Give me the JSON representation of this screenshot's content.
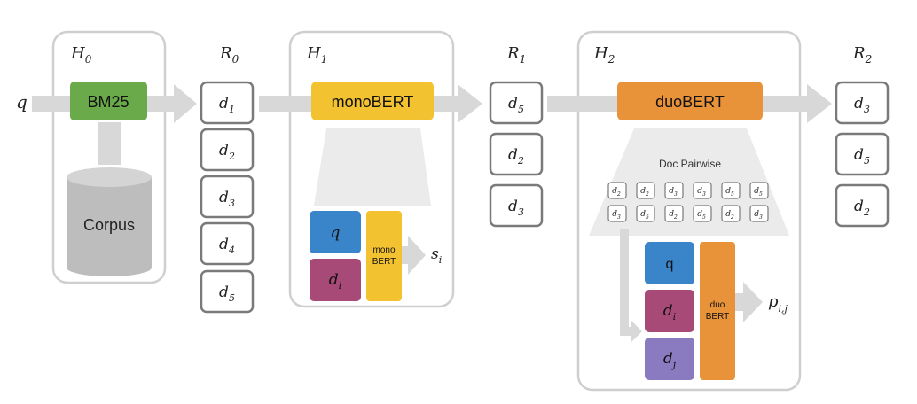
{
  "stages": {
    "h0": "H",
    "h0_sub": "0",
    "h1": "H",
    "h1_sub": "1",
    "h2": "H",
    "h2_sub": "2",
    "r0": "R",
    "r0_sub": "0",
    "r1": "R",
    "r1_sub": "1",
    "r2": "R",
    "r2_sub": "2"
  },
  "query": "q",
  "bm25": "BM25",
  "corpus": "Corpus",
  "monobert": "monoBERT",
  "duobert": "duoBERT",
  "mono_detail": {
    "q": "q",
    "d": "d",
    "d_sub": "i",
    "mono_line1": "mono",
    "mono_line2": "BERT",
    "score": "s",
    "score_sub": "i"
  },
  "duo_detail": {
    "pairwise_title": "Doc Pairwise",
    "pairs_top": [
      "2",
      "2",
      "3",
      "3",
      "5",
      "5"
    ],
    "pairs_bottom": [
      "3",
      "5",
      "2",
      "5",
      "2",
      "3"
    ],
    "q": "q",
    "di": "d",
    "di_sub": "i",
    "dj": "d",
    "dj_sub": "j",
    "duo_line1": "duo",
    "duo_line2": "BERT",
    "prob": "p",
    "prob_sub": "i,j"
  },
  "lists": {
    "r0": [
      "1",
      "2",
      "3",
      "4",
      "5"
    ],
    "r1": [
      "5",
      "2",
      "3"
    ],
    "r2": [
      "3",
      "5",
      "2"
    ]
  },
  "doc_letter": "d",
  "colors": {
    "bm25": "#6aaa4a",
    "mono": "#f2c230",
    "duo": "#e8923a",
    "q_box": "#3a84c9",
    "d_box": "#a84a78",
    "dj_box": "#8a7ac0",
    "arrow": "#d8d8d8",
    "border": "#c8c8c8",
    "doc_border": "#7a7a7a"
  }
}
